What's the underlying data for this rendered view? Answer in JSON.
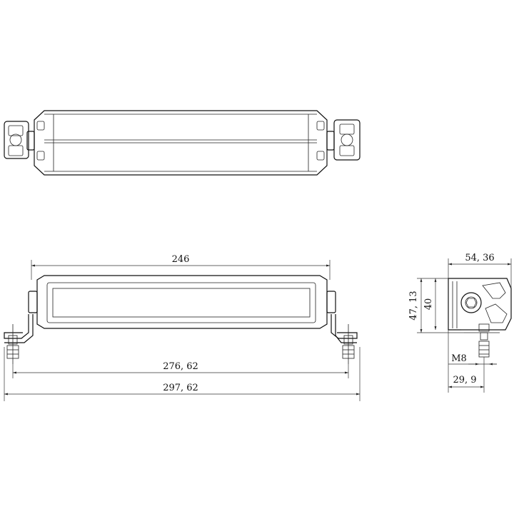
{
  "drawing": {
    "dimensions": {
      "top_length": "246",
      "bracket_span": "276, 62",
      "overall_length": "297, 62",
      "side_depth": "54, 36",
      "side_height_total": "47, 13",
      "side_height_body": "40",
      "bolt_size": "M8",
      "bolt_offset": "29, 9"
    }
  }
}
